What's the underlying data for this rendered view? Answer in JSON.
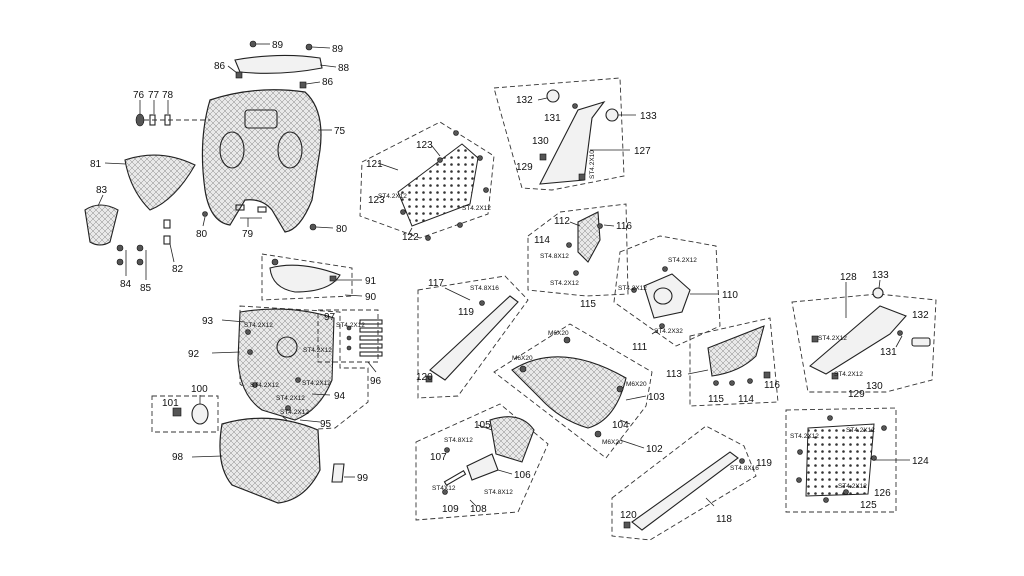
{
  "callouts": {
    "c75": "75",
    "c76": "76",
    "c77": "77",
    "c78": "78",
    "c79": "79",
    "c80a": "80",
    "c80b": "80",
    "c81": "81",
    "c82": "82",
    "c83": "83",
    "c84": "84",
    "c85": "85",
    "c86a": "86",
    "c86b": "86",
    "c88": "88",
    "c89a": "89",
    "c89b": "89",
    "c90": "90",
    "c91": "91",
    "c92": "92",
    "c93": "93",
    "c94": "94",
    "c95": "95",
    "c96": "96",
    "c97": "97",
    "c98": "98",
    "c99": "99",
    "c100": "100",
    "c101": "101",
    "c102": "102",
    "c103": "103",
    "c104": "104",
    "c105": "105",
    "c106": "106",
    "c107": "107",
    "c108": "108",
    "c109": "109",
    "c110": "110",
    "c111": "111",
    "c112": "112",
    "c113": "113",
    "c114a": "114",
    "c114b": "114",
    "c115a": "115",
    "c115b": "115",
    "c116a": "116",
    "c116b": "116",
    "c117": "117",
    "c118": "118",
    "c119a": "119",
    "c119b": "119",
    "c120a": "120",
    "c120b": "120",
    "c121": "121",
    "c122": "122",
    "c123a": "123",
    "c123b": "123",
    "c124": "124",
    "c125": "125",
    "c126": "126",
    "c127": "127",
    "c128": "128",
    "c129a": "129",
    "c129b": "129",
    "c130a": "130",
    "c130b": "130",
    "c131a": "131",
    "c131b": "131",
    "c132a": "132",
    "c132b": "132",
    "c133a": "133",
    "c133b": "133"
  },
  "specs": {
    "st42x12": "ST4.2X12",
    "st48x12": "ST4.8X12",
    "st48x16": "ST4.8X16",
    "st42x32": "ST4.2X32",
    "st42x10": "ST4.2X10",
    "m6x20": "M6X20",
    "st4x12": "ST4X12"
  },
  "colors": {
    "line": "#222222",
    "background": "#ffffff"
  }
}
